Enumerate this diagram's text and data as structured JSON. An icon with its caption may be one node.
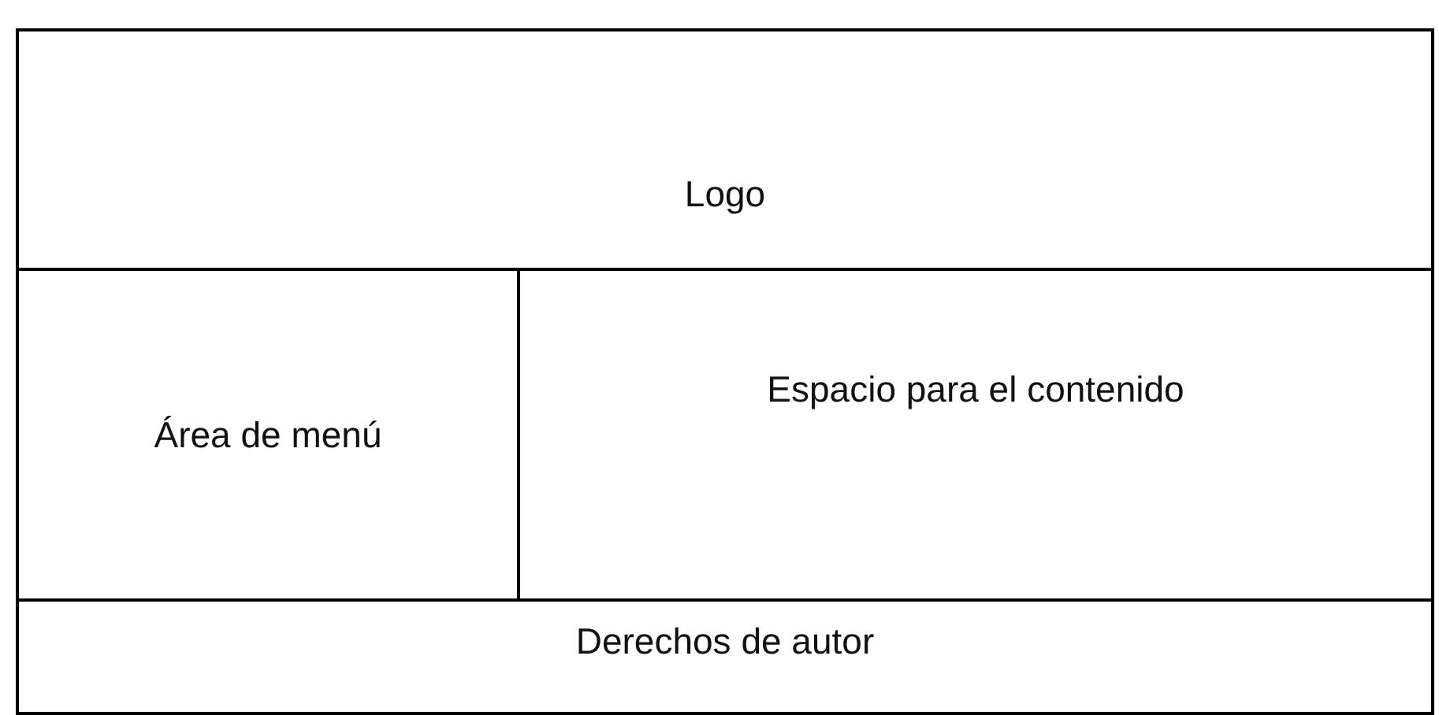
{
  "diagram": {
    "nodes": [
      {
        "text": [],
        "shape": "box"
      },
      {
        "text": [
          "Logo"
        ],
        "in": 0
      },
      {
        "text": [
          "Área de menú"
        ],
        "in": 0
      },
      {
        "text": [
          "Espacio para el contenido"
        ],
        "in": 0
      },
      {
        "text": [
          "Derechos de autor"
        ],
        "in": 0
      }
    ]
  }
}
